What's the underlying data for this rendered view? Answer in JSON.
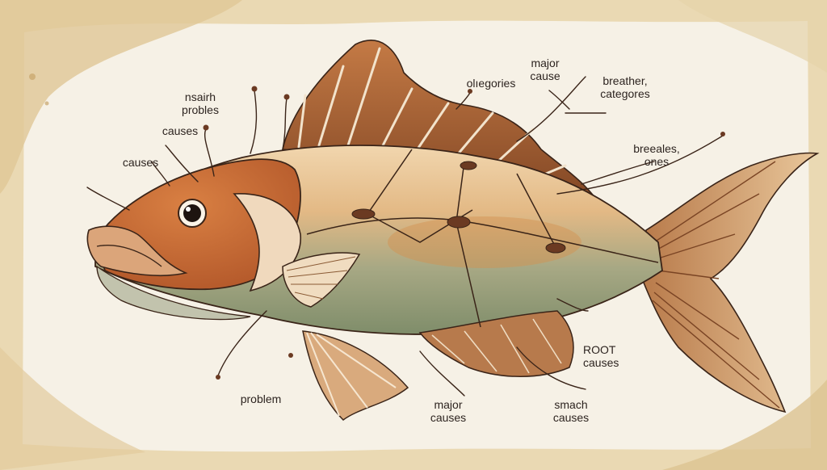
{
  "labels": {
    "health_problems": [
      "nsairh",
      "probles"
    ],
    "causes_upper": "causes",
    "causes_left": "causes",
    "categories_top": "olıegories",
    "major_cause_top": [
      "major",
      "cause"
    ],
    "breather_categories": [
      "breather,",
      "categores"
    ],
    "breeales_ones": [
      "breeales,",
      "ones"
    ],
    "root_causes": [
      "ROOT",
      "causes"
    ],
    "problem": "problem",
    "major_causes_bottom": [
      "major",
      "causes"
    ],
    "smach_causes": [
      "smach",
      "causes"
    ]
  },
  "colors": {
    "paper": "#f6f1e6",
    "stain": "#e3cfa2",
    "ink": "#3a2418",
    "fin_brown": "#9a5a2e",
    "head_orange": "#c9672e",
    "belly_green": "#8f9a76",
    "body_tan": "#dcb887"
  }
}
